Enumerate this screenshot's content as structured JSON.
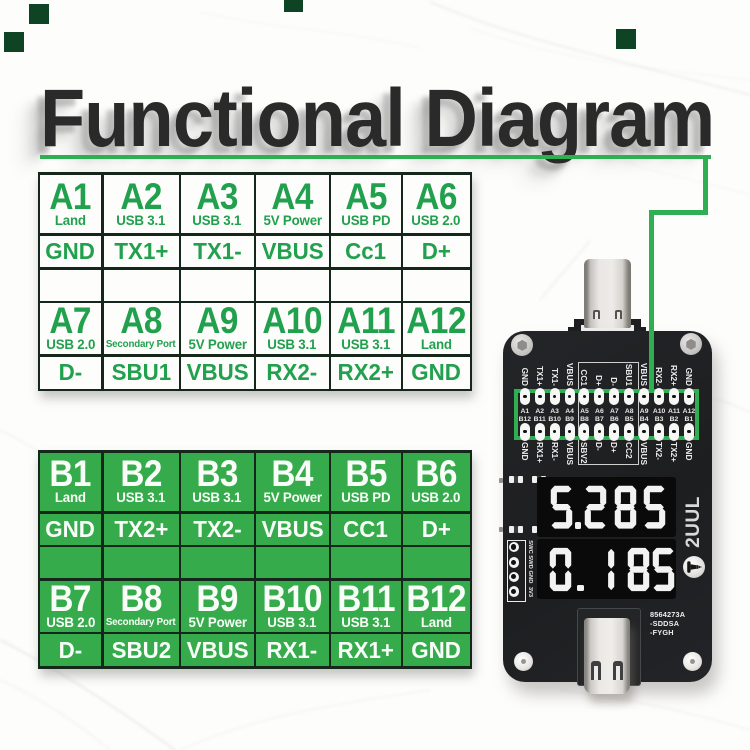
{
  "title": {
    "text": "Functional Diagram"
  },
  "table_a": {
    "rows": [
      {
        "type": "pins",
        "cells": [
          {
            "pin": "A1",
            "sub": "Land"
          },
          {
            "pin": "A2",
            "sub": "USB 3.1"
          },
          {
            "pin": "A3",
            "sub": "USB 3.1"
          },
          {
            "pin": "A4",
            "sub": "5V Power"
          },
          {
            "pin": "A5",
            "sub": "USB PD"
          },
          {
            "pin": "A6",
            "sub": "USB 2.0"
          }
        ]
      },
      {
        "type": "funcs",
        "cells": [
          "GND",
          "TX1+",
          "TX1-",
          "VBUS",
          "Cc1",
          "D+"
        ]
      },
      {
        "type": "spacer"
      },
      {
        "type": "pins",
        "cells": [
          {
            "pin": "A7",
            "sub": "USB 2.0"
          },
          {
            "pin": "A8",
            "sub": "Secondary Port"
          },
          {
            "pin": "A9",
            "sub": "5V Power"
          },
          {
            "pin": "A10",
            "sub": "USB 3.1"
          },
          {
            "pin": "A11",
            "sub": "USB 3.1"
          },
          {
            "pin": "A12",
            "sub": "Land"
          }
        ]
      },
      {
        "type": "funcs",
        "cells": [
          "D-",
          "SBU1",
          "VBUS",
          "RX2-",
          "RX2+",
          "GND"
        ]
      }
    ]
  },
  "table_b": {
    "rows": [
      {
        "type": "pins",
        "cells": [
          {
            "pin": "B1",
            "sub": "Land"
          },
          {
            "pin": "B2",
            "sub": "USB 3.1"
          },
          {
            "pin": "B3",
            "sub": "USB 3.1"
          },
          {
            "pin": "B4",
            "sub": "5V Power"
          },
          {
            "pin": "B5",
            "sub": "USB PD"
          },
          {
            "pin": "B6",
            "sub": "USB 2.0"
          }
        ]
      },
      {
        "type": "funcs",
        "cells": [
          "GND",
          "TX2+",
          "TX2-",
          "VBUS",
          "CC1",
          "D+"
        ]
      },
      {
        "type": "spacer"
      },
      {
        "type": "pins",
        "cells": [
          {
            "pin": "B7",
            "sub": "USB 2.0"
          },
          {
            "pin": "B8",
            "sub": "Secondary Port"
          },
          {
            "pin": "B9",
            "sub": "5V Power"
          },
          {
            "pin": "B10",
            "sub": "USB 3.1"
          },
          {
            "pin": "B11",
            "sub": "USB 3.1"
          },
          {
            "pin": "B12",
            "sub": "Land"
          }
        ]
      },
      {
        "type": "funcs",
        "cells": [
          "D-",
          "SBU2",
          "VBUS",
          "RX1-",
          "RX1+",
          "GND"
        ]
      }
    ]
  },
  "device": {
    "top_pin_labels": [
      "GND",
      "TX1+",
      "TX1-",
      "VBUS",
      "CC1",
      "D+",
      "D-",
      "SBU1",
      "VBUS",
      "RX2-",
      "RX2+",
      "GND"
    ],
    "pin_numbers_top": [
      "A1",
      "A2",
      "A3",
      "A4",
      "A5",
      "A6",
      "A7",
      "A8",
      "A9",
      "A10",
      "A11",
      "A12"
    ],
    "pin_numbers_bottom": [
      "B12",
      "B11",
      "B10",
      "B9",
      "B8",
      "B7",
      "B6",
      "B5",
      "B4",
      "B3",
      "B2",
      "B1"
    ],
    "bottom_pin_labels": [
      "GND",
      "RX1+",
      "RX1-",
      "VBUS",
      "SBV2",
      "D-",
      "D+",
      "CC2",
      "VBUS",
      "TX2-",
      "TX2+",
      "GND"
    ],
    "display_voltage": "5.285",
    "display_current": "0.185",
    "brand": "2UUL",
    "programming_header_labels": [
      "SWC",
      "SWD",
      "GND",
      "3V3"
    ],
    "code_lines": [
      "8564273A",
      "-SDDSA",
      "-FYGH"
    ]
  },
  "colors": {
    "green_text": "#21a04d",
    "green_fill": "#36ab4c",
    "green_line": "#2fae52",
    "table_grid": "#15271a",
    "deco_square": "#0e4323",
    "pcb": "#1d1e20",
    "display_panel": "#0a0a0b",
    "digit": "#f2f2f2"
  }
}
